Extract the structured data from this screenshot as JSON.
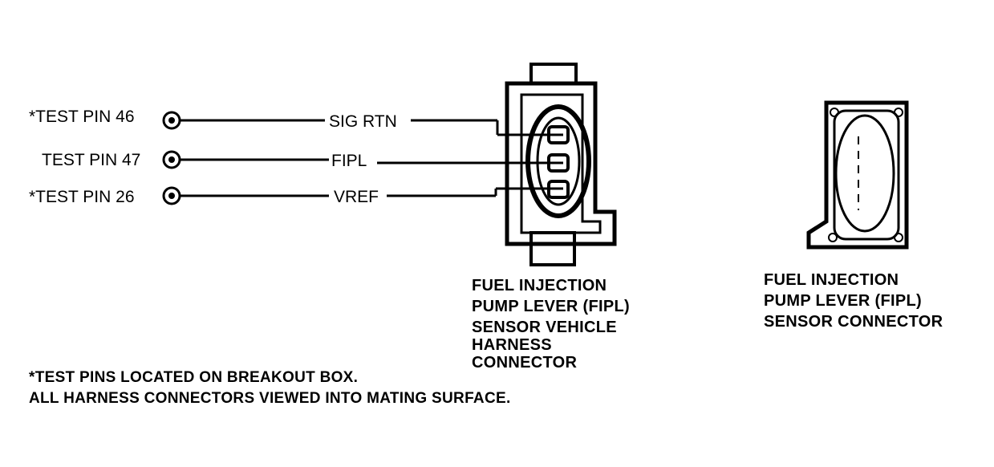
{
  "test_pins": [
    {
      "label": "*TEST PIN 46",
      "wire": "SIG RTN"
    },
    {
      "label": "TEST PIN 47",
      "wire": "FIPL"
    },
    {
      "label": "*TEST PIN 26",
      "wire": "VREF"
    }
  ],
  "harness_connector_caption": [
    "FUEL INJECTION",
    "PUMP LEVER (FIPL)",
    "SENSOR VEHICLE",
    "HARNESS",
    "CONNECTOR"
  ],
  "sensor_connector_caption": [
    "FUEL INJECTION",
    "PUMP LEVER (FIPL)",
    "SENSOR CONNECTOR"
  ],
  "notes": [
    "*TEST PINS LOCATED ON BREAKOUT BOX.",
    "ALL HARNESS CONNECTORS VIEWED INTO MATING SURFACE."
  ]
}
